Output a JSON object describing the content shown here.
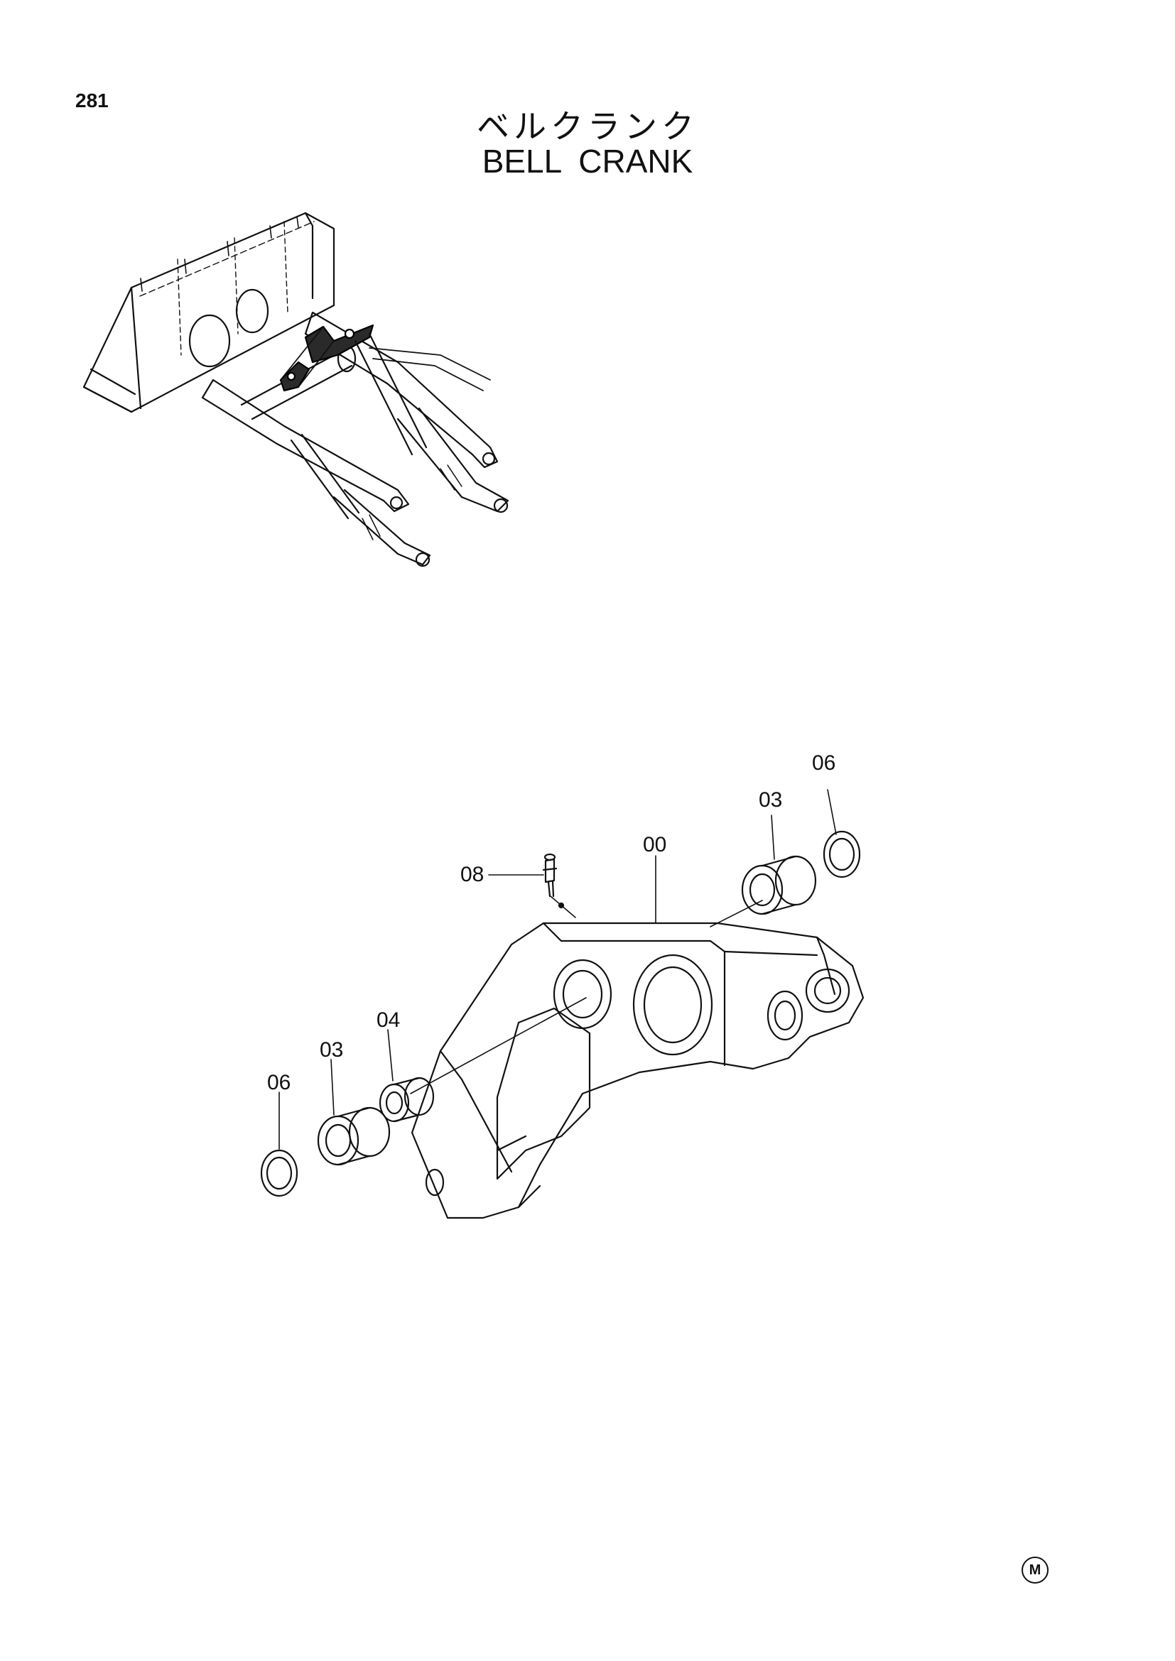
{
  "page": {
    "number": "281"
  },
  "title": {
    "jp": "ベルクランク",
    "en": "BELL CRANK"
  },
  "callouts": [
    {
      "id": "06-right",
      "label": "06"
    },
    {
      "id": "03-right",
      "label": "03"
    },
    {
      "id": "00",
      "label": "00"
    },
    {
      "id": "08",
      "label": "08"
    },
    {
      "id": "04",
      "label": "04"
    },
    {
      "id": "03-left",
      "label": "03"
    },
    {
      "id": "06-left",
      "label": "06"
    }
  ],
  "mark": "M"
}
